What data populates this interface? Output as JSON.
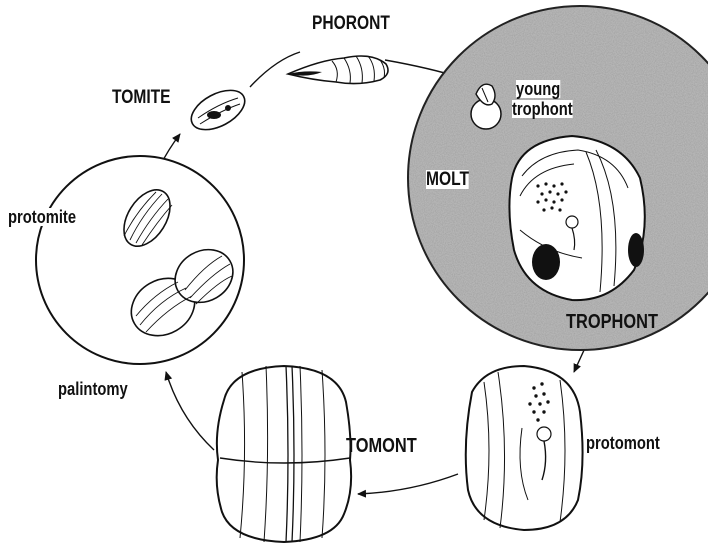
{
  "labels": {
    "phoront": "PHORONT",
    "tomite": "TOMITE",
    "young_trophont_1": "young",
    "young_trophont_2": "trophont",
    "molt": "MOLT",
    "protomite": "protomite",
    "trophont": "TROPHONT",
    "protomont": "protomont",
    "tomont": "TOMONT",
    "palintomy": "palintomy"
  },
  "colors": {
    "ink": "#111111",
    "stipple": "#b4b4b4",
    "paper": "#ffffff"
  }
}
